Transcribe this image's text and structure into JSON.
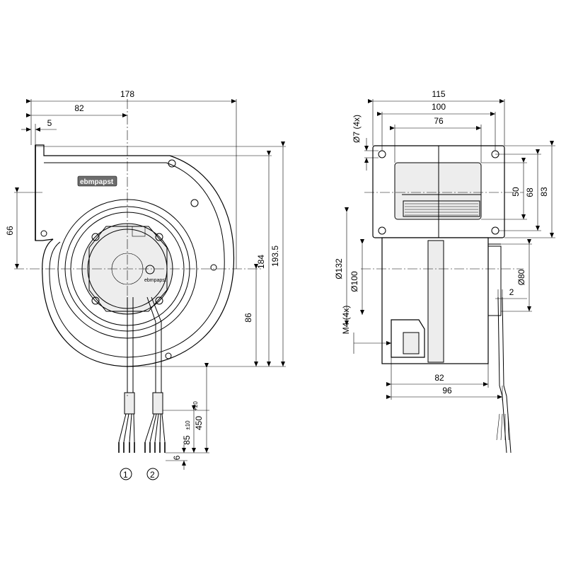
{
  "front_view": {
    "dims": {
      "width_178": "178",
      "center_82": "82",
      "flange_5": "5",
      "height_66": "66",
      "height_184": "184",
      "height_193_5": "193.5",
      "height_86": "86"
    },
    "logo": "ebmpapst",
    "hub_label": "ebmpapst",
    "cable_lengths": {
      "length_450": "450",
      "length_450_tol": "+20",
      "length_450_tol2": "0",
      "length_85": "85",
      "length_85_tol": "±10",
      "length_6": "6"
    },
    "cable_markers": [
      "1",
      "2"
    ]
  },
  "side_view": {
    "dims": {
      "width_115": "115",
      "width_100": "100",
      "width_76": "76",
      "hole_7": "Ø7 (4x)",
      "height_50": "50",
      "height_68": "68",
      "height_83": "83",
      "dia_132": "Ø132",
      "dia_100": "Ø100",
      "thread_m4": "M4 (4x)",
      "dia_80": "Ø80",
      "offset_2": "2",
      "width_82": "82",
      "width_96": "96"
    }
  }
}
